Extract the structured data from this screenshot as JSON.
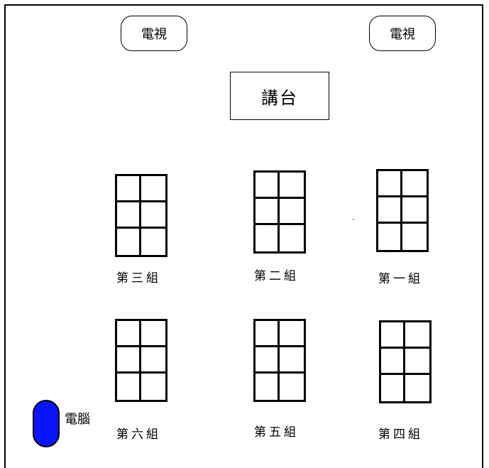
{
  "tvs": [
    {
      "label": "電視"
    },
    {
      "label": "電視"
    }
  ],
  "podium": {
    "label": "講台"
  },
  "groups": [
    {
      "label": "第三組"
    },
    {
      "label": "第二組"
    },
    {
      "label": "第一組"
    },
    {
      "label": "第六組"
    },
    {
      "label": "第五組"
    },
    {
      "label": "第四組"
    }
  ],
  "computer": {
    "label": "電腦",
    "color": "#0a14ff"
  }
}
